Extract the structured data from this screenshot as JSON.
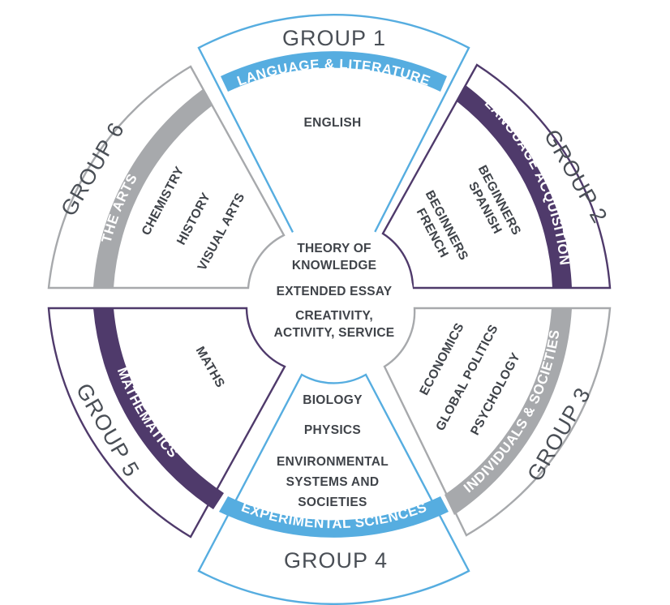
{
  "colors": {
    "blue": "#56ade0",
    "purple": "#4f3a6b",
    "grey": "#a7a9ac",
    "text": "#3f4349"
  },
  "core": {
    "theory": [
      "THEORY OF",
      "KNOWLEDGE"
    ],
    "essay": "EXTENDED ESSAY",
    "cas": [
      "CREATIVITY,",
      "ACTIVITY, SERVICE"
    ]
  },
  "groups": [
    {
      "group_label": "GROUP 1",
      "band_label": "LANGUAGE & LITERATURE",
      "color": "#56ade0",
      "subjects": [
        "ENGLISH"
      ]
    },
    {
      "group_label": "GROUP 2",
      "band_label": "LANGUAGE ACQUISITION",
      "color": "#4f3a6b",
      "subjects": [
        [
          "BEGINNERS",
          "SPANISH"
        ],
        [
          "BEGINNERS",
          "FRENCH"
        ]
      ]
    },
    {
      "group_label": "GROUP 3",
      "band_label": "INDIVIDUALS & SOCIETIES",
      "color": "#a7a9ac",
      "subjects": [
        "ECONOMICS",
        "GLOBAL POLITICS",
        "PSYCHOLOGY"
      ]
    },
    {
      "group_label": "GROUP 4",
      "band_label": "EXPERIMENTAL SCIENCES",
      "color": "#56ade0",
      "subjects": [
        "BIOLOGY",
        "PHYSICS",
        [
          "ENVIRONMENTAL",
          "SYSTEMS AND",
          "SOCIETIES"
        ]
      ]
    },
    {
      "group_label": "GROUP 5",
      "band_label": "MATHEMATICS",
      "color": "#4f3a6b",
      "subjects": [
        "MATHS"
      ]
    },
    {
      "group_label": "GROUP 6",
      "band_label": "THE ARTS",
      "color": "#a7a9ac",
      "subjects": [
        "CHEMISTRY",
        "HISTORY",
        "VISUAL ARTS"
      ]
    }
  ]
}
